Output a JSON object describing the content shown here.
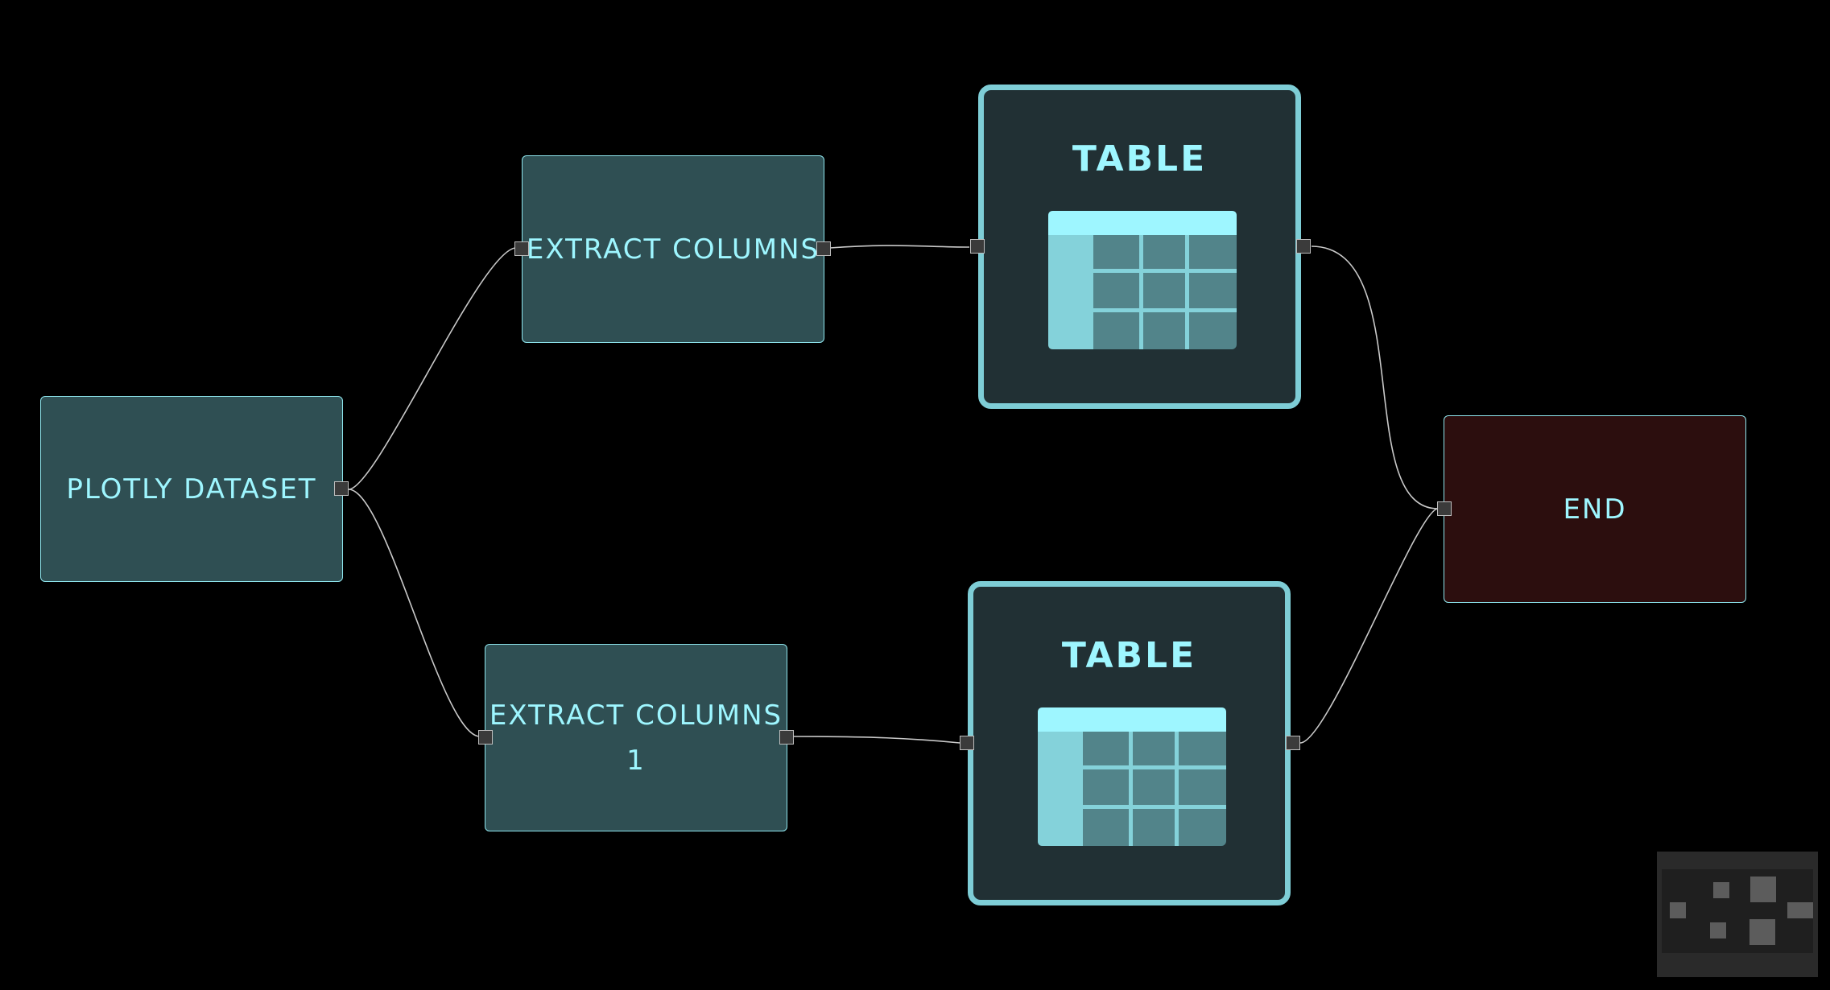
{
  "nodes": {
    "plotly_dataset": {
      "label": "PLOTLY DATASET"
    },
    "extract_columns": {
      "label": "EXTRACT COLUMNS"
    },
    "extract_columns_1": {
      "label": "EXTRACT COLUMNS\n1"
    },
    "table_top": {
      "label": "TABLE",
      "icon": "table-icon"
    },
    "table_bottom": {
      "label": "TABLE",
      "icon": "table-icon"
    },
    "end": {
      "label": "END"
    }
  },
  "edges": [
    {
      "from": "plotly_dataset",
      "to": "extract_columns"
    },
    {
      "from": "plotly_dataset",
      "to": "extract_columns_1"
    },
    {
      "from": "extract_columns",
      "to": "table_top"
    },
    {
      "from": "extract_columns_1",
      "to": "table_bottom"
    },
    {
      "from": "table_top",
      "to": "end"
    },
    {
      "from": "table_bottom",
      "to": "end"
    }
  ],
  "colors": {
    "background": "#000000",
    "node_fill": "#2f4f53",
    "node_border": "#8fe6ee",
    "label": "#9ef6ff",
    "table_fill": "#213034",
    "table_border": "#7ecdd6",
    "end_fill": "#2c0e0e",
    "edge": "#c9c9c9",
    "port": "#3b3b3b"
  },
  "minimap": {
    "label": "minimap"
  }
}
